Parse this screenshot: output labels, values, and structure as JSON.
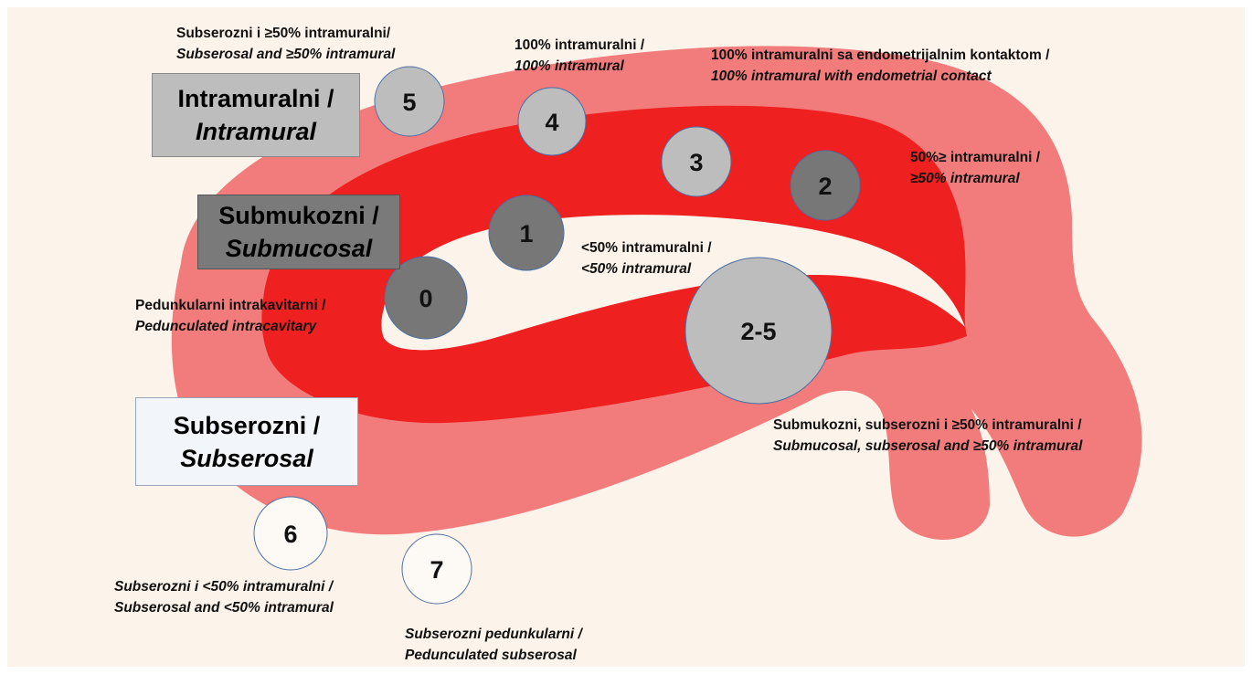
{
  "colors": {
    "background": "#fcf3ea",
    "outer_wall": "#f27c7c",
    "inner_wall": "#ee2020",
    "cavity": "#fcf3ea",
    "circle_light": "#bdbdbd",
    "circle_dark": "#777777",
    "circle_white": "#fdfaf6",
    "circle_border": "#4a6fa5"
  },
  "category_boxes": {
    "intramural": {
      "local": "Intramuralni /",
      "en": "Intramural"
    },
    "submucosal": {
      "local": "Submukozni /",
      "en": "Submucosal"
    },
    "subserosal": {
      "local": "Subserozni /",
      "en": "Subserosal"
    }
  },
  "types": [
    {
      "number": "0",
      "local": "Pedunkularni intrakavitarni /",
      "en": "Pedunculated intracavitary"
    },
    {
      "number": "1",
      "local": "<50% intramuralni /",
      "en": "<50% intramural"
    },
    {
      "number": "2",
      "local": "50%≥ intramuralni /",
      "en": "≥50% intramural"
    },
    {
      "number": "3",
      "local": "100% intramuralni sa endometrijalnim kontaktom /",
      "en": "100% intramural with endometrial contact"
    },
    {
      "number": "4",
      "local": "100% intramuralni /",
      "en": "100% intramural"
    },
    {
      "number": "5",
      "local": "Subserozni i ≥50% intramuralni/",
      "en": "Subserosal and ≥50% intramural"
    },
    {
      "number": "6",
      "local": "Subserozni i <50% intramuralni /",
      "en": "Subserosal and <50% intramural"
    },
    {
      "number": "7",
      "local": "Subserozni pedunkularni /",
      "en": "Pedunculated subserosal"
    },
    {
      "number": "2-5",
      "local": "Submukozni, subserozni i ≥50% intramuralni /",
      "en": "Submucosal, subserosal and ≥50% intramural"
    }
  ]
}
